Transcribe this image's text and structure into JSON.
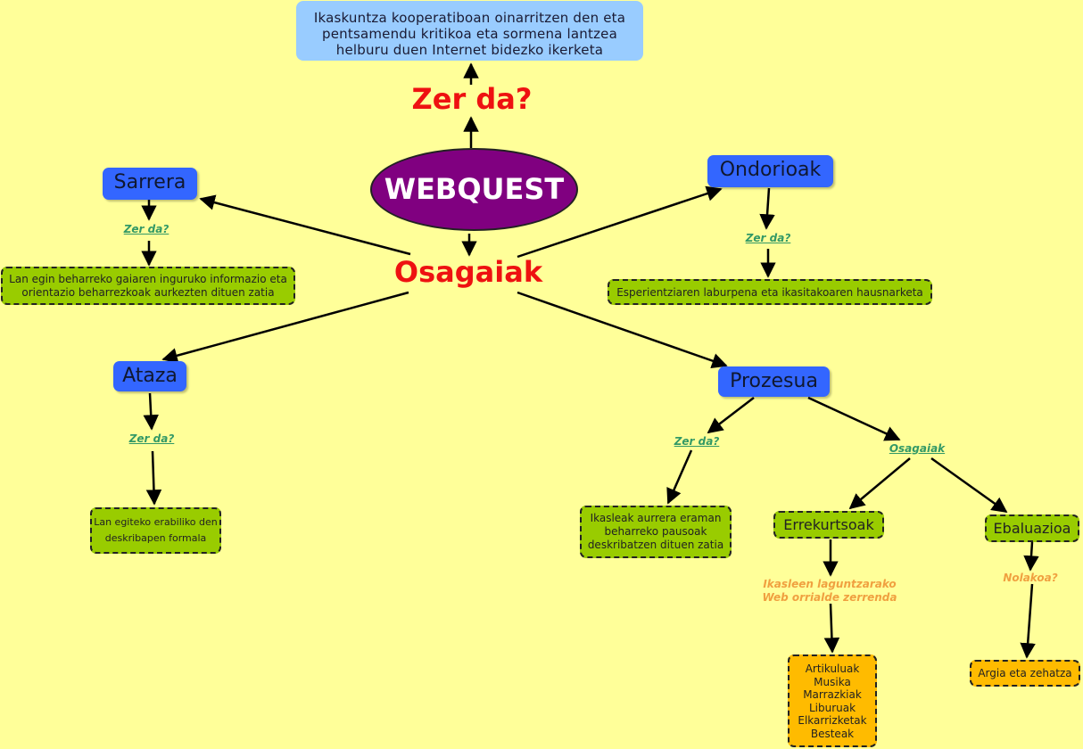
{
  "definition": "Ikaskuntza kooperatiboan oinarritzen den eta pentsamendu kritikoa eta sormena lantzea helburu duen Internet bidezko ikerketa",
  "zer_da_main": "Zer da?",
  "center": "WEBQUEST",
  "osagaiak_main": "Osagaiak",
  "sarrera": {
    "title": "Sarrera",
    "link": "Zer da?",
    "desc": "Lan egin beharreko gaiaren inguruko informazio eta orientazio beharrezkoak aurkezten dituen zatia"
  },
  "ondorioak": {
    "title": "Ondorioak",
    "link": "Zer da?",
    "desc": "Esperientziaren laburpena eta ikasitakoaren hausnarketa"
  },
  "ataza": {
    "title": "Ataza",
    "link": "Zer da?",
    "desc": "Lan egiteko erabiliko den deskribapen formala"
  },
  "prozesua": {
    "title": "Prozesua",
    "link": "Zer da?",
    "desc": "Ikasleak aurrera eraman beharreko pausoak deskribatzen dituen zatia",
    "osagaiak_link": "Osagaiak",
    "errekurtsoak": {
      "title": "Errekurtsoak",
      "label": "Ikasleen laguntzarako Web orrialde zerrenda",
      "items": [
        "Artikuluak",
        "Musika",
        "Marrazkiak",
        "Liburuak",
        "Elkarrizketak",
        "Besteak"
      ]
    },
    "ebaluazioa": {
      "title": "Ebaluazioa",
      "label": "Nolakoa?",
      "desc": "Argia eta zehatza"
    }
  },
  "colors": {
    "background": "#ffff99",
    "definition_box": "#99ccff",
    "center_ellipse": "#800080",
    "heading_red": "#ee1111",
    "blue_node": "#3366ff",
    "green_box": "#99cc00",
    "orange_box": "#ffbb00",
    "link_teal": "#339966",
    "label_orange": "#f0a040"
  }
}
